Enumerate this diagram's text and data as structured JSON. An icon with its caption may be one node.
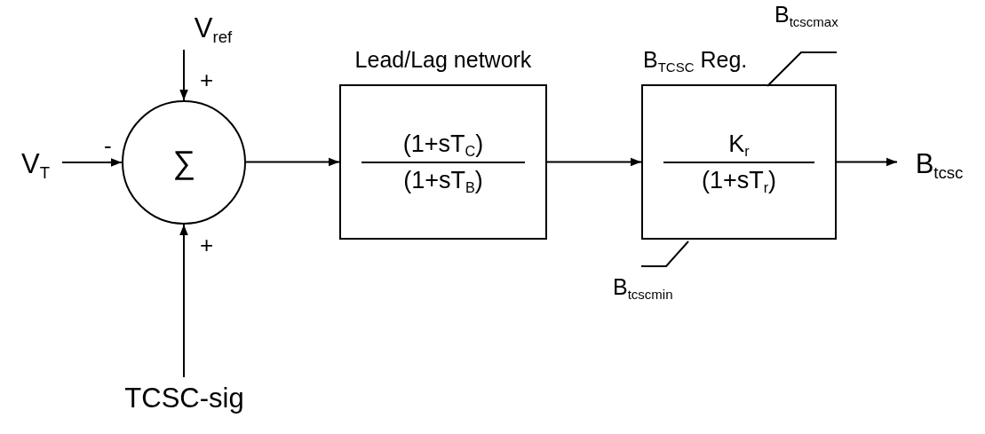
{
  "diagram": {
    "nodes": [
      {
        "text": [
          "V$_{ref}$"
        ]
      },
      {
        "text": [
          "V$_{T}$"
        ]
      },
      {
        "text": [
          "∑"
        ]
      },
      {
        "text": [
          "TCSC-sig"
        ]
      },
      {
        "text": [
          "Lead/Lag network",
          "(1+sT$_{C}$)",
          "(1+sT$_{B}$)"
        ]
      },
      {
        "text": [
          "B$_{TCSC}$ Reg.",
          "K$_{r}$",
          "(1+sT$_{r}$)"
        ],
        "beside": [
          "B$_{tcscmax}$",
          "B$_{tcscmin}$"
        ]
      },
      {
        "text": [
          "B$_{tcsc}$"
        ]
      }
    ],
    "edges": [
      {
        "from": 0,
        "to": 2,
        "arrow": "to",
        "label": "+"
      },
      {
        "from": 1,
        "to": 2,
        "arrow": "to",
        "label": "-"
      },
      {
        "from": 3,
        "to": 2,
        "arrow": "to",
        "label": "+"
      },
      {
        "from": 2,
        "to": 4,
        "arrow": "to"
      },
      {
        "from": 4,
        "to": 5,
        "arrow": "to"
      },
      {
        "from": 5,
        "to": 6,
        "arrow": "to"
      }
    ]
  }
}
